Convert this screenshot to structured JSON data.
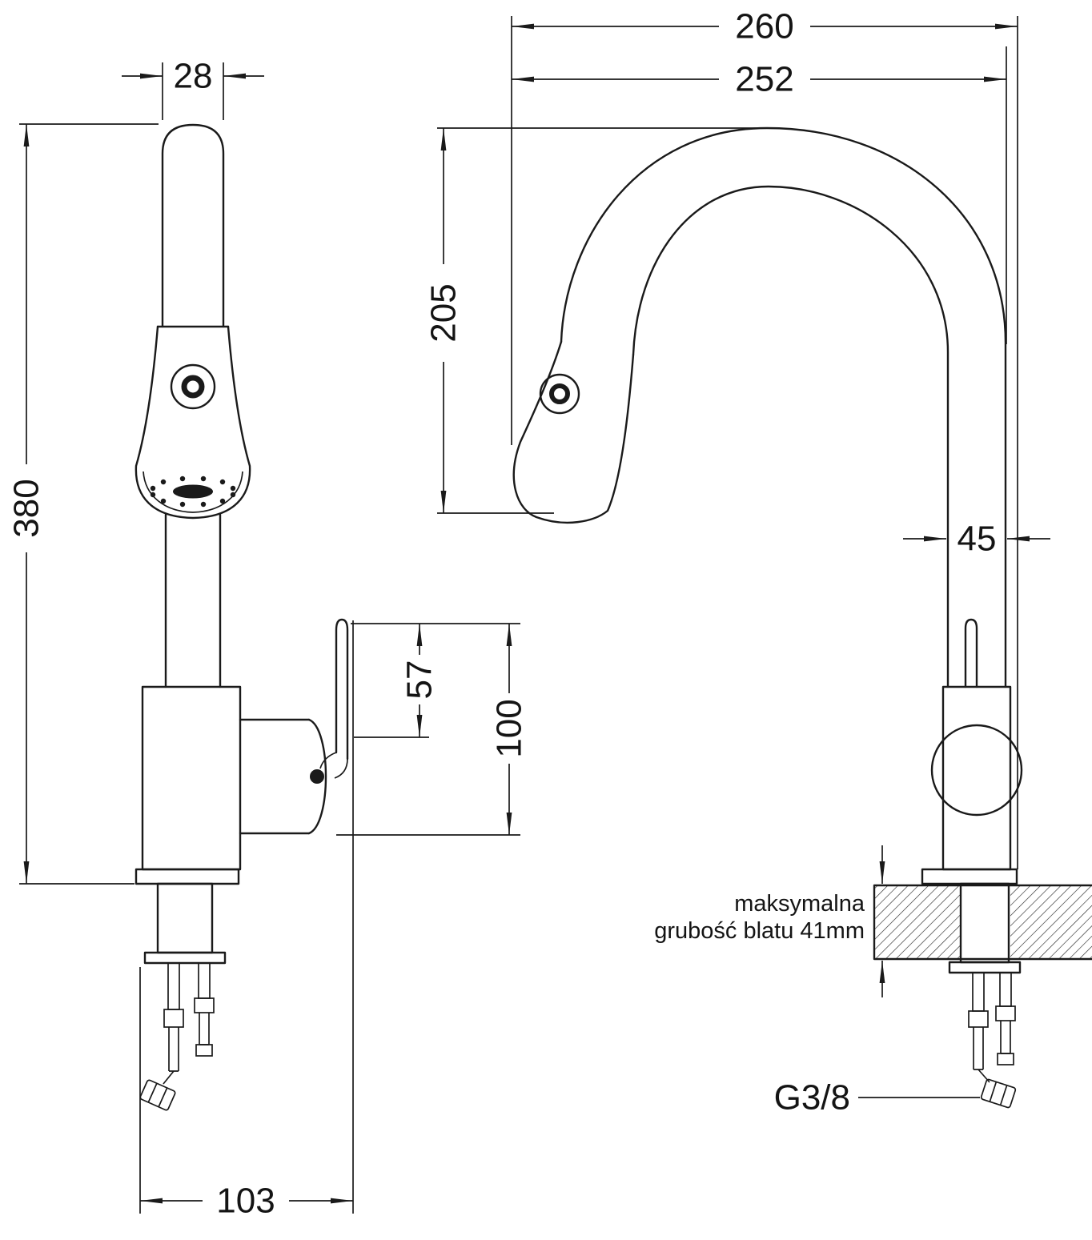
{
  "drawing": {
    "dims": {
      "d28": "28",
      "d380": "380",
      "d57": "57",
      "d100": "100",
      "d103": "103",
      "d260": "260",
      "d252": "252",
      "d205": "205",
      "d45": "45",
      "thread": "G3/8"
    },
    "note": {
      "line1": "maksymalna",
      "line2": "grubość blatu 41mm"
    },
    "colors": {
      "line": "#1a1a1a",
      "background": "#ffffff"
    }
  }
}
